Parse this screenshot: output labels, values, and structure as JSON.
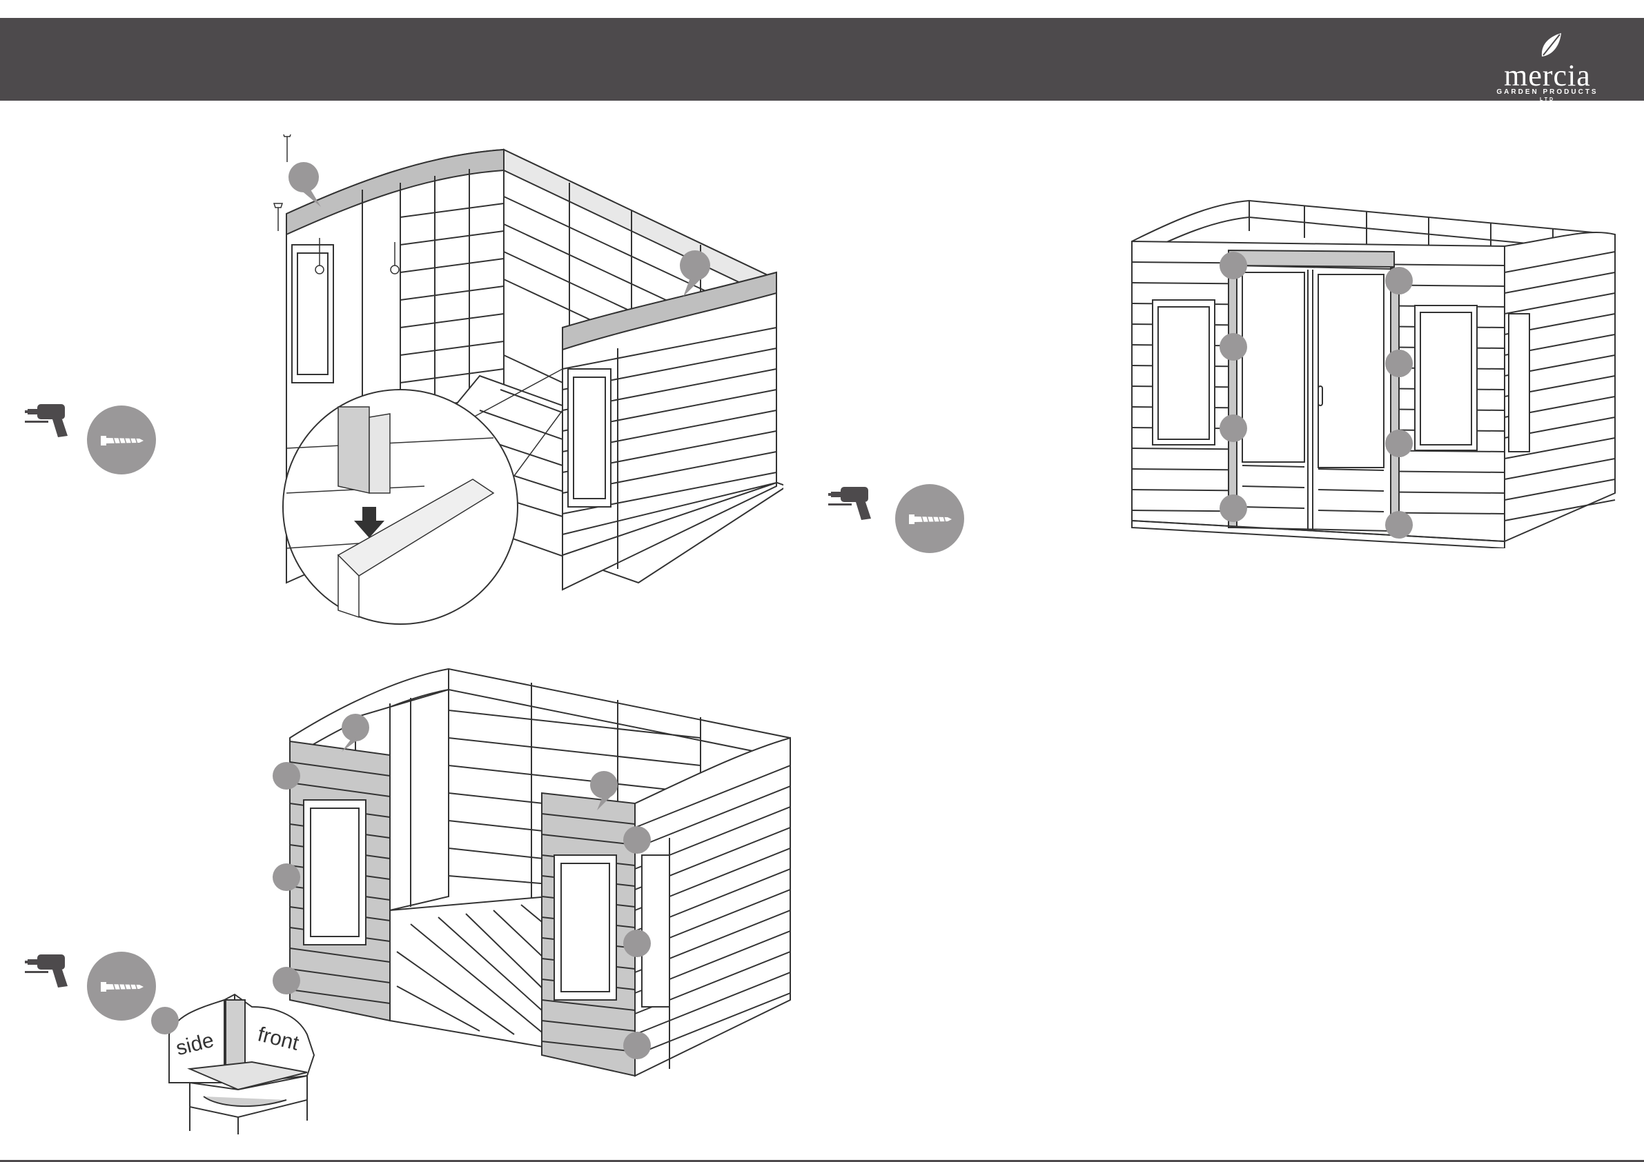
{
  "header": {
    "brand_name": "mercia",
    "brand_subtitle": "GARDEN PRODUCTS",
    "brand_suffix": "LTD",
    "bar_color": "#4d4a4c"
  },
  "instructions": {
    "tool_icons": [
      "drill-icon",
      "screw-icon"
    ],
    "marker_color": "#9a9899",
    "detail_labels": {
      "side": "side",
      "front": "front"
    }
  }
}
